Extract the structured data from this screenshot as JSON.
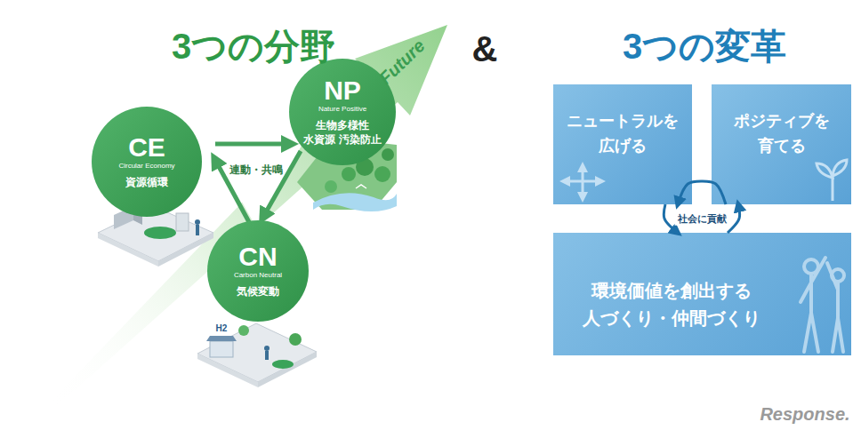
{
  "diagram": {
    "nodes": [
      {
        "text": [
          "CE",
          "Circular Economy",
          "資源循環"
        ]
      },
      {
        "text": [
          "NP",
          "Nature Positive",
          "生物多様性 水資源 汚染防止"
        ]
      },
      {
        "text": [
          "CN",
          "Carbon Neutral",
          "気候変動"
        ]
      },
      {
        "text": [
          "ニュートラルを 広げる"
        ]
      },
      {
        "text": [
          "ポジティブを 育てる"
        ]
      },
      {
        "text": [
          "環境価値を創出する 人づくり・仲間づくり"
        ]
      }
    ],
    "edges": [
      {
        "from": 4,
        "to": 3,
        "arrow": "to"
      },
      {
        "from": 3,
        "to": 5,
        "arrow": "to"
      },
      {
        "from": 5,
        "to": 4,
        "arrow": "to"
      }
    ],
    "labels": [
      "3つの分野",
      "Future",
      "連動・共鳴",
      "H2",
      "&",
      "3つの変革",
      "社会に貢献",
      "Response."
    ]
  }
}
